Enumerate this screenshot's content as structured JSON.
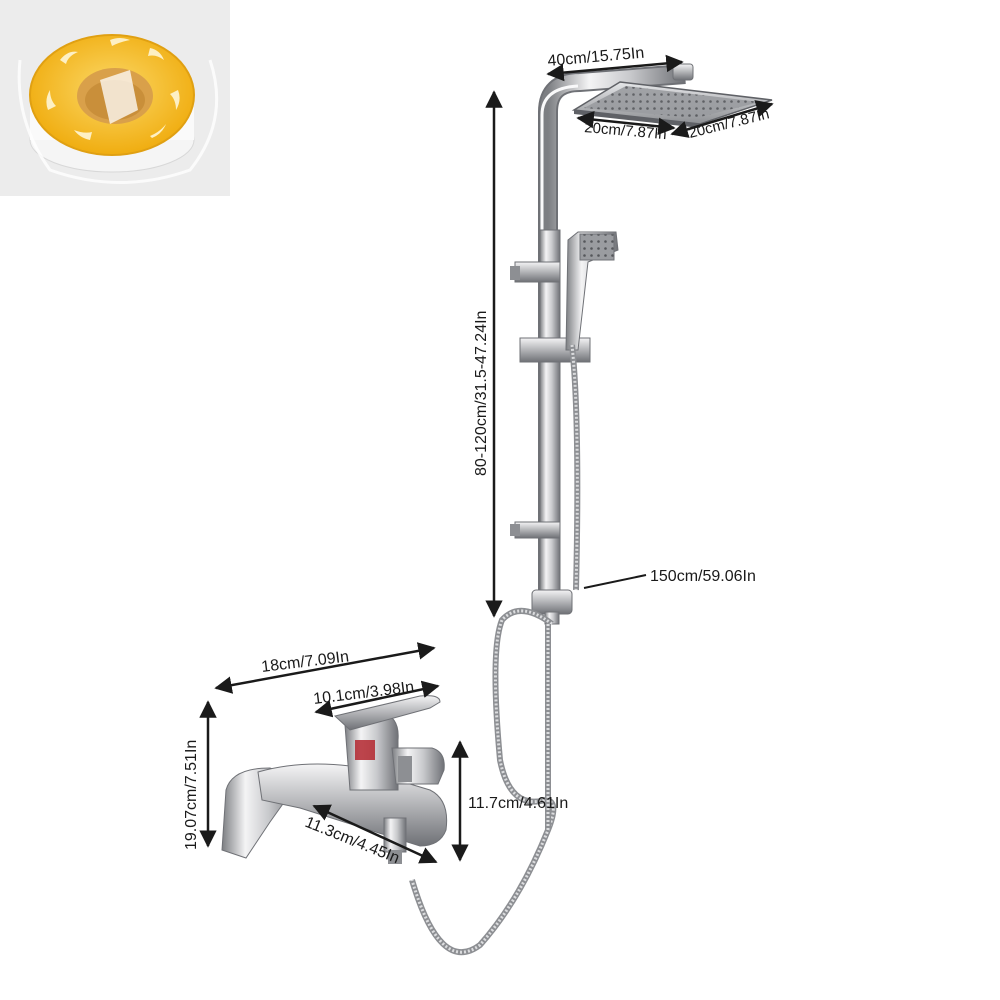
{
  "inset": {
    "subject": "thread seal tape roll",
    "colors": {
      "tape": "#f2b51c",
      "tape_light": "#fbd867",
      "core": "#d9a04a",
      "backdrop": "#ececec"
    }
  },
  "dimensions": {
    "top_shower_arm": "40cm/15.75In",
    "head_depth": "20cm/7.87In",
    "head_width": "20cm/7.87In",
    "rail_height": "80-120cm/31.5-47.24In",
    "hose_length": "150cm/59.06In",
    "mixer_length": "18cm/7.09In",
    "handle_length": "10.1cm/3.98In",
    "mixer_height": "19.07cm/7.51In",
    "body_height": "11.7cm/4.61In",
    "spout_length": "11.3cm/4.45In"
  },
  "colors": {
    "chrome": "#c8c9cc",
    "chrome_dark": "#7c7e82",
    "chrome_light": "#f4f4f5",
    "red_indicator": "#b3262e",
    "arrow": "#1a1a1a"
  }
}
